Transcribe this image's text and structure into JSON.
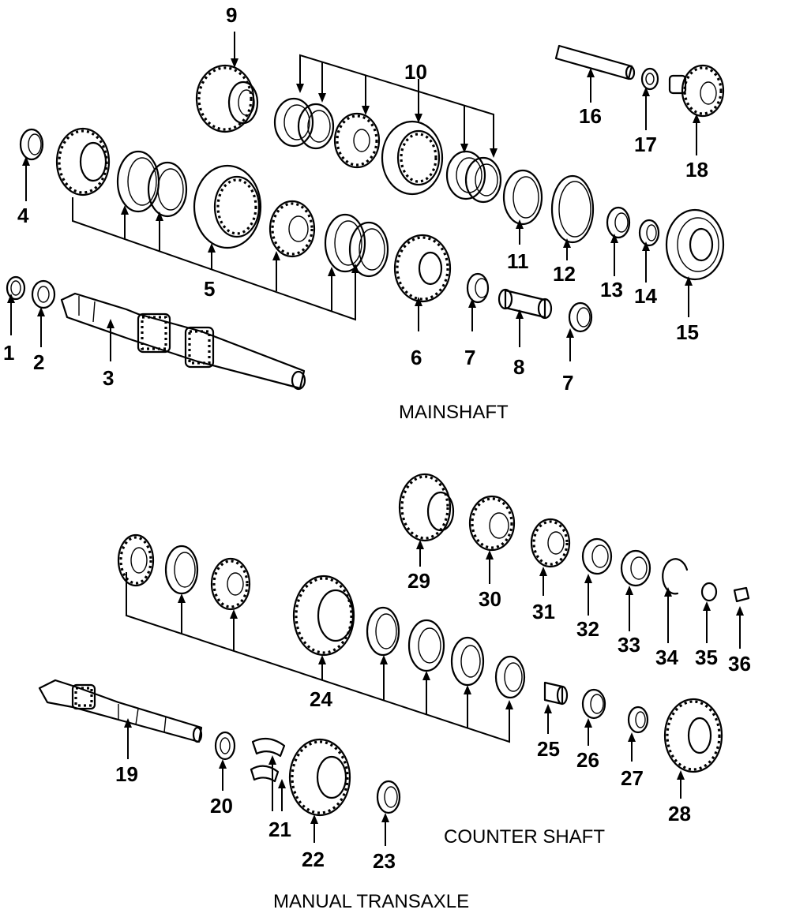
{
  "diagram": {
    "section_labels": {
      "mainshaft": "MAINSHAFT",
      "counter_shaft": "COUNTER SHAFT",
      "title": "MANUAL TRANSAXLE"
    },
    "callouts": {
      "c1": "1",
      "c2": "2",
      "c3": "3",
      "c4": "4",
      "c5": "5",
      "c6": "6",
      "c7a": "7",
      "c7b": "7",
      "c8": "8",
      "c9": "9",
      "c10": "10",
      "c11": "11",
      "c12": "12",
      "c13": "13",
      "c14": "14",
      "c15": "15",
      "c16": "16",
      "c17": "17",
      "c18": "18",
      "c19": "19",
      "c20": "20",
      "c21": "21",
      "c22": "22",
      "c23": "23",
      "c24": "24",
      "c25": "25",
      "c26": "26",
      "c27": "27",
      "c28": "28",
      "c29": "29",
      "c30": "30",
      "c31": "31",
      "c32": "32",
      "c33": "33",
      "c34": "34",
      "c35": "35",
      "c36": "36"
    }
  }
}
